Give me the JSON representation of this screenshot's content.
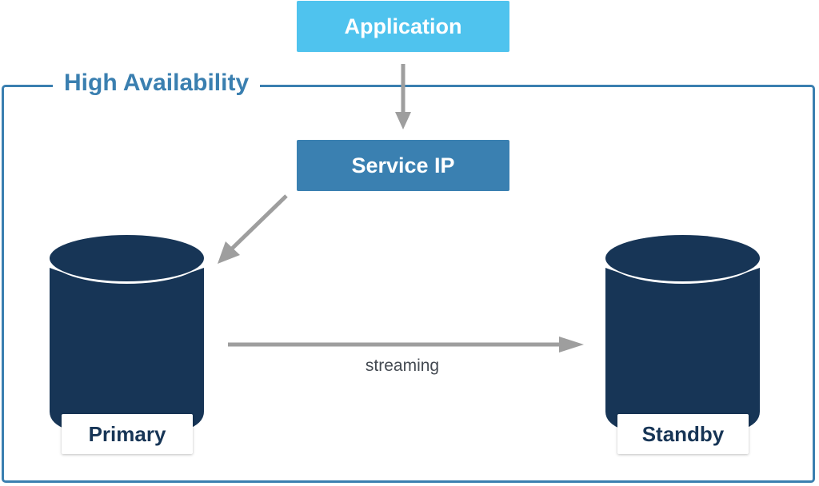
{
  "diagram": {
    "frame_title": "High Availability",
    "nodes": {
      "application": "Application",
      "service_ip": "Service IP",
      "primary": "Primary",
      "standby": "Standby"
    },
    "edges": [
      {
        "from": "Application",
        "to": "Service IP",
        "label": ""
      },
      {
        "from": "Service IP",
        "to": "Primary",
        "label": ""
      },
      {
        "from": "Primary",
        "to": "Standby",
        "label": "streaming"
      }
    ],
    "stream_label": "streaming",
    "colors": {
      "frame": "#3a7fb0",
      "application": "#4fc3ee",
      "service_ip": "#3a80b1",
      "database": "#173556",
      "arrow": "#9e9e9e"
    }
  }
}
